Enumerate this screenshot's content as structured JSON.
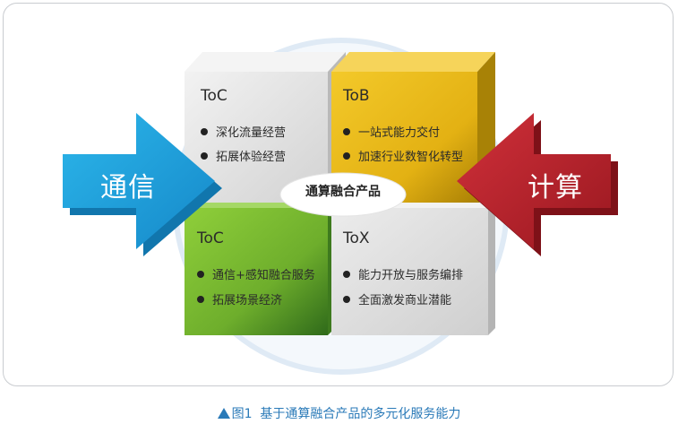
{
  "boxes": {
    "top_left": {
      "title": "ToC",
      "items": [
        "深化流量经营",
        "拓展体验经营"
      ]
    },
    "top_right": {
      "title": "ToB",
      "items": [
        "一站式能力交付",
        "加速行业数智化转型"
      ]
    },
    "bottom_left": {
      "title": "ToC",
      "items": [
        "通信+感知融合服务",
        "拓展场景经济"
      ]
    },
    "bottom_right": {
      "title": "ToX",
      "items": [
        "能力开放与服务编排",
        "全面激发商业潜能"
      ]
    }
  },
  "center_label": "通算融合产品",
  "arrows": {
    "left": "通信",
    "right": "计算"
  },
  "caption": {
    "prefix": "图1",
    "text": "基于通算融合产品的多元化服务能力"
  },
  "colors": {
    "gray_box": "#e3e3e3",
    "gold_box": "#e5b416",
    "green_box": "#79b832",
    "blue_arrow": "#1a9edb",
    "red_arrow": "#b8202a",
    "caption": "#2a7ab8"
  }
}
